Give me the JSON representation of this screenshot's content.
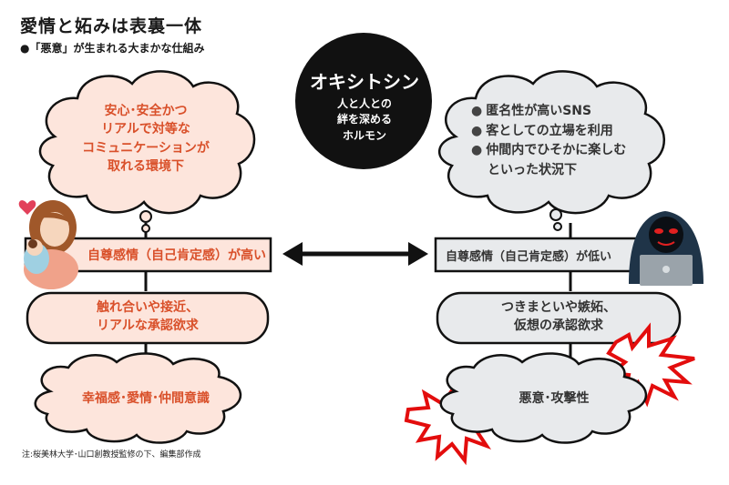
{
  "title": "愛情と妬みは表裏一体",
  "subtitle": "●「悪意」が生まれる大まかな仕組み",
  "center": {
    "title": "オキシトシン",
    "desc_line1": "人と人との",
    "desc_line2": "絆を深める",
    "desc_line3": "ホルモン"
  },
  "left": {
    "cloud1": [
      "安心･安全かつ",
      "リアルで対等な",
      "コミュニケーションが",
      "取れる環境下"
    ],
    "box": "自尊感情（自己肯定感）が高い",
    "pill": [
      "触れ合いや接近、",
      "リアルな承認欲求"
    ],
    "cloud2": "幸福感･愛情･仲間意識"
  },
  "right": {
    "cloud1_items": [
      "匿名性が高いSNS",
      "客としての立場を利用",
      "仲間内でひそかに楽しむ"
    ],
    "cloud1_tail": "といった状況下",
    "box": "自尊感情（自己肯定感）が低い",
    "pill": [
      "つきまといや嫉妬、",
      "仮想の承認欲求"
    ],
    "cloud2": "悪意･攻撃性"
  },
  "footnote": "注:桜美林大学･山口創教授監修の下、編集部作成",
  "colors": {
    "pink_fill": "#fde5dc",
    "pink_text": "#d9502a",
    "gray_fill": "#e8eaec",
    "black": "#111111",
    "red_burst": "#e30d0d"
  },
  "icons": {
    "mother": "mother-holding-baby-illustration",
    "hacker": "hooded-hacker-illustration",
    "heart": "heart-icon",
    "arrow": "double-arrow-icon"
  }
}
